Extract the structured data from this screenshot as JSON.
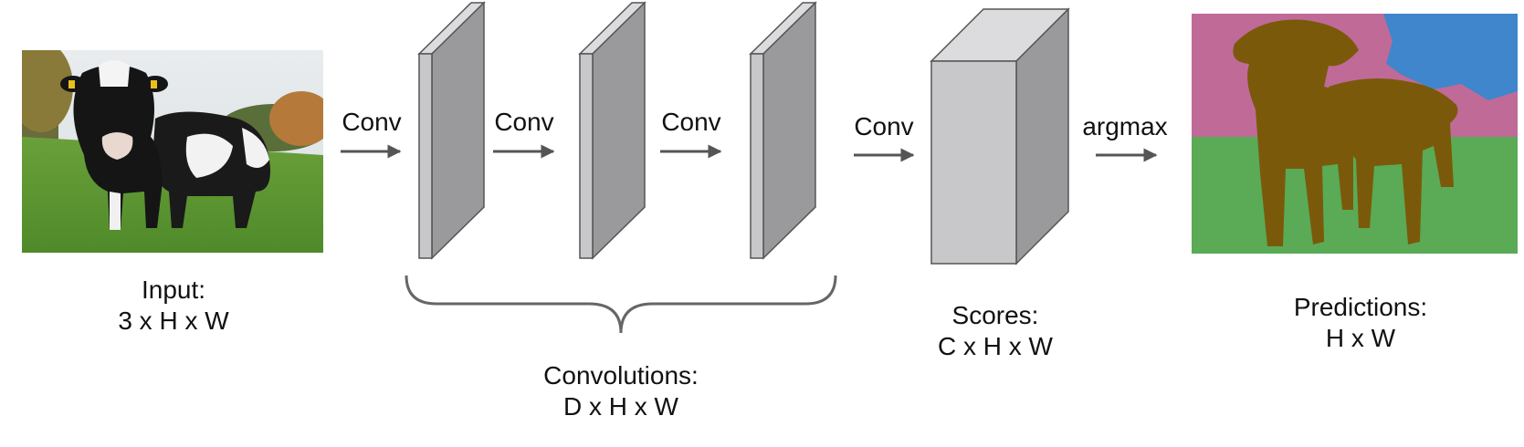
{
  "operations": {
    "conv_1": "Conv",
    "conv_2": "Conv",
    "conv_3": "Conv",
    "conv_4": "Conv",
    "argmax": "argmax"
  },
  "labels": {
    "input": {
      "title": "Input:",
      "shape": "3 x H x W"
    },
    "convolutions": {
      "title": "Convolutions:",
      "shape": "D x H x W"
    },
    "scores": {
      "title": "Scores:",
      "shape": "C x H x W"
    },
    "predictions": {
      "title": "Predictions:",
      "shape": "H x W"
    }
  },
  "colors": {
    "cow_class": "#7a5a0a",
    "sky_class": "#3f86cc",
    "background_class": "#c06a98",
    "grass_class": "#5aaa56",
    "arrow": "#555555",
    "block_front": "#c8c8cb",
    "block_side": "#9a9a9d",
    "block_top": "#dcdcdf"
  },
  "icons": {
    "input_image": "photo-of-cows-in-field",
    "prediction_image": "segmentation-map"
  }
}
